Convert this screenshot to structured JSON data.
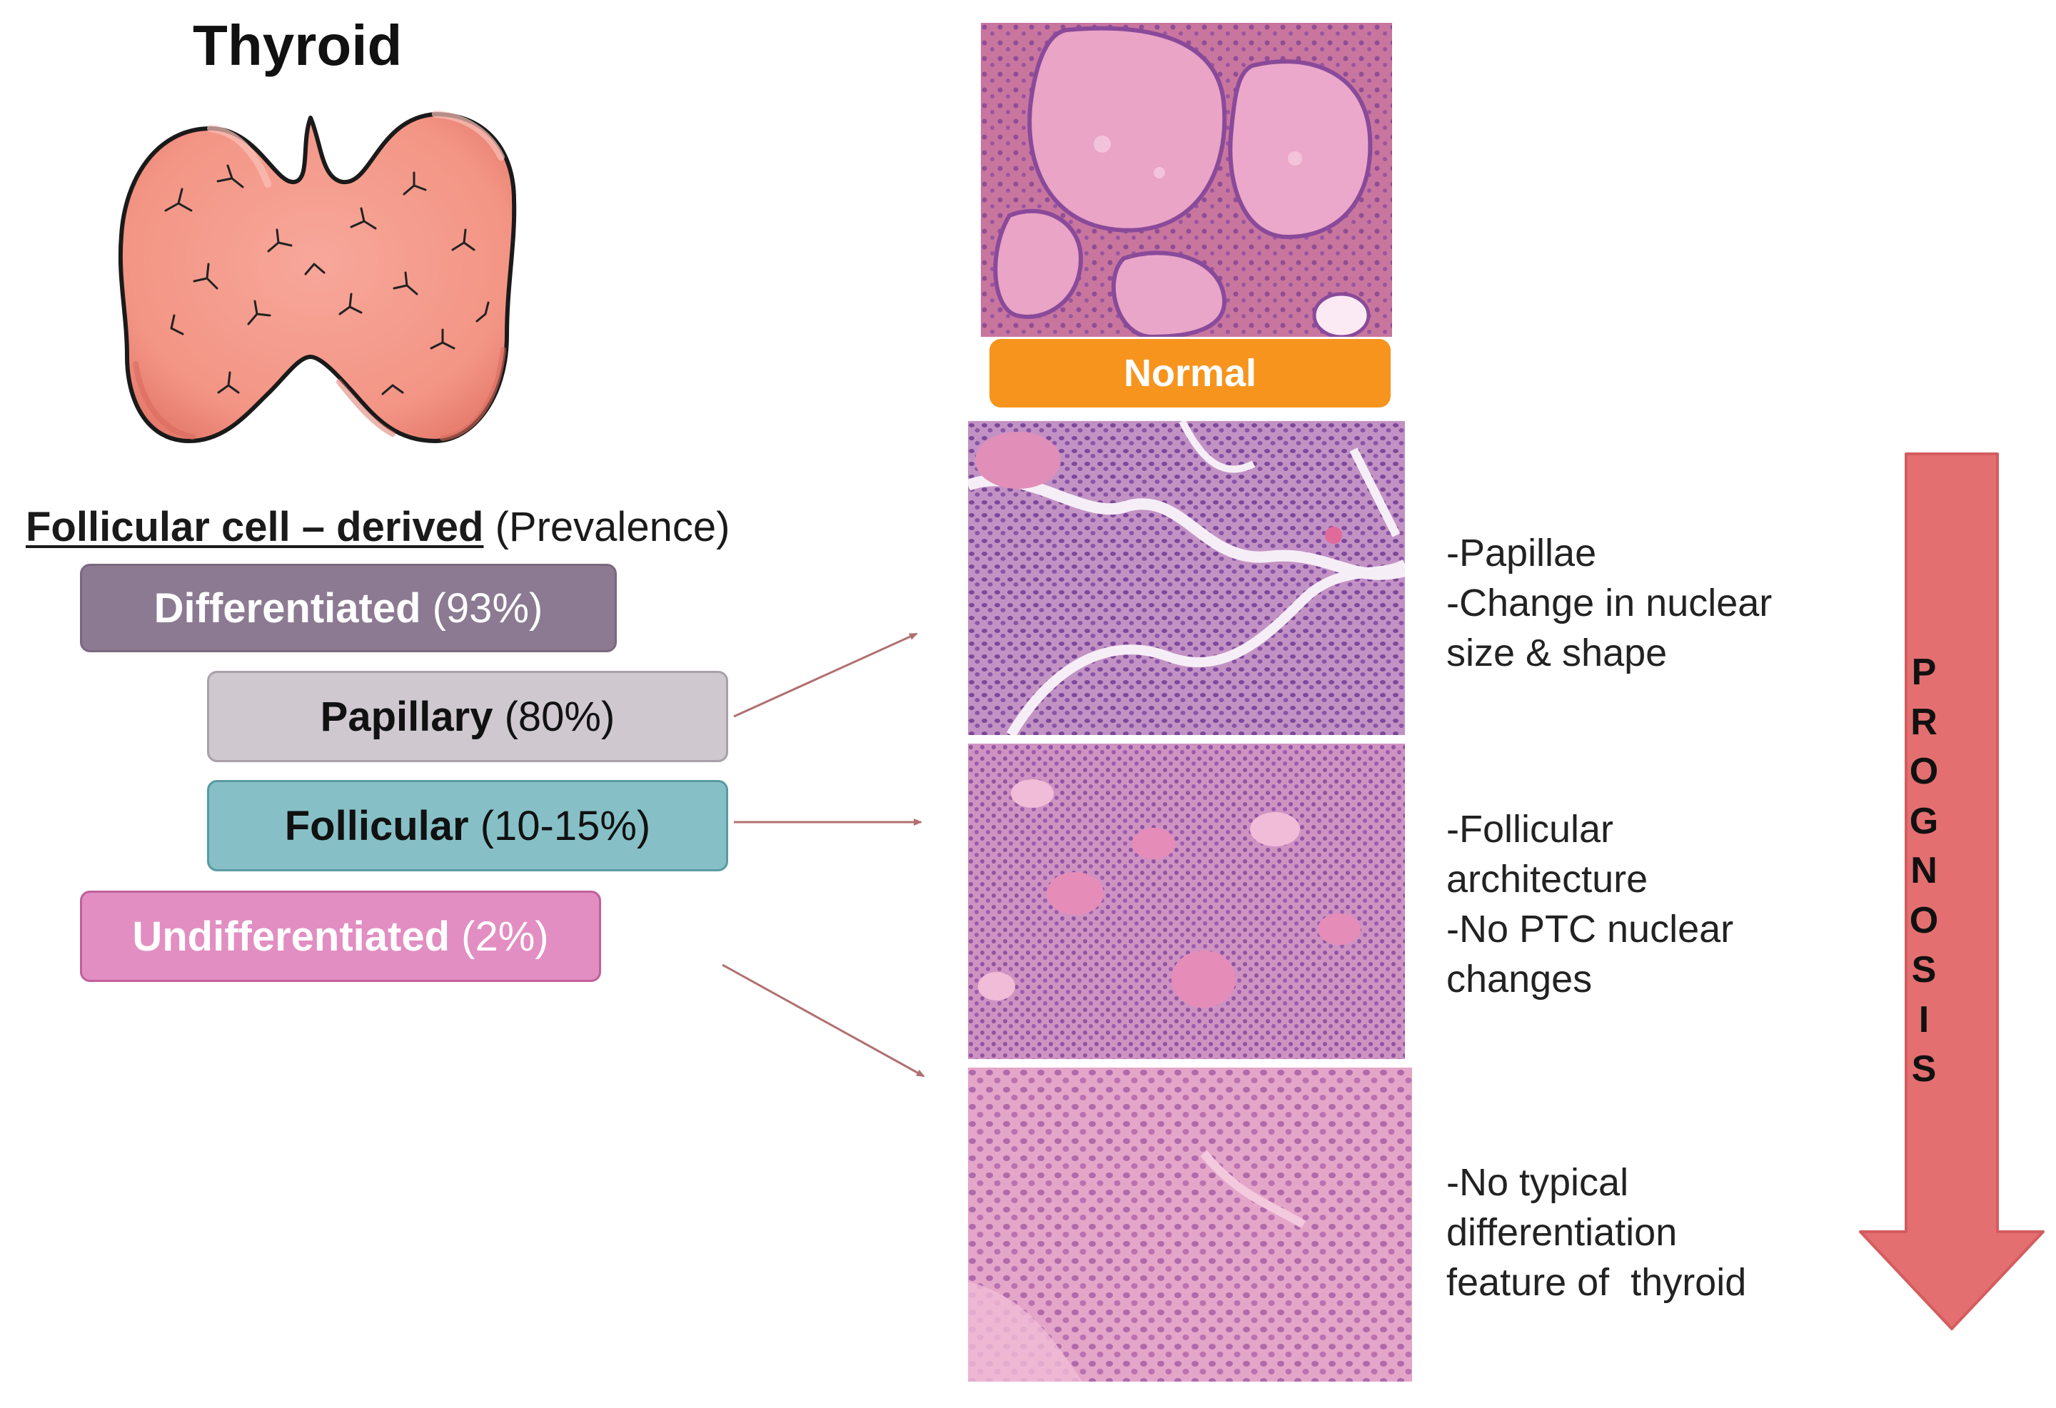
{
  "title": "Thyroid",
  "heading": {
    "underlined": "Follicular cell – derived",
    "suffix": " (Prevalence)"
  },
  "categories": {
    "differentiated": {
      "name": "Differentiated",
      "prevalence": " (93%)"
    },
    "papillary": {
      "name": "Papillary",
      "prevalence": " (80%)"
    },
    "follicular": {
      "name": "Follicular",
      "prevalence": " (10-15%)"
    },
    "undifferentiated": {
      "name": "Undifferentiated",
      "prevalence": " (2%)"
    }
  },
  "normal_label": "Normal",
  "descriptions": {
    "papillary": [
      "-Papillae",
      "-Change in nuclear",
      "size & shape"
    ],
    "follicular": [
      "-Follicular",
      "architecture",
      "-No PTC nuclear",
      "changes"
    ],
    "undifferentiated": [
      "-No typical",
      "differentiation",
      "feature of  thyroid"
    ]
  },
  "prognosis_letters": [
    "P",
    "R",
    "O",
    "G",
    "N",
    "O",
    "S",
    "I",
    "S"
  ],
  "colors": {
    "differentiated": "#8c7a92",
    "papillary": "#cfc8cf",
    "follicular": "#86c0c6",
    "undifferentiated": "#e28ec2",
    "normal_label": "#f7941d",
    "prognosis_arrow": "#e36f70",
    "connector": "#b07070"
  }
}
